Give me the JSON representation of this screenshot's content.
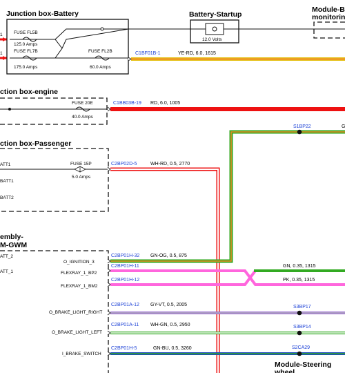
{
  "titles": {
    "jb_battery": "Junction box-Battery",
    "battery_startup": "Battery-Startup",
    "module_b_line1": "Module-Ba",
    "module_b_line2": "monitoring",
    "jb_engine": "ction box-engine",
    "jb_passenger": "ction box-Passenger",
    "assembly_line1": "embly-",
    "assembly_line2": "M-GWM",
    "module_steering_line1": "Module-Steering",
    "module_steering_line2": "wheel"
  },
  "fuses": {
    "fl5b_name": "FUSE FL5B",
    "fl5b_rating": "125.0 Amps",
    "fl7b_name": "FUSE FL7B",
    "fl7b_rating": "175.0 Amps",
    "fl2b_name": "FUSE FL2B",
    "fl2b_rating": "60.0 Amps",
    "f20e_name": "FUSE 20E",
    "f20e_rating": "40.0 Amps",
    "f15p_name": "FUSE 15P",
    "f15p_rating": "5.0 Amps"
  },
  "battery": {
    "voltage": "12.0 Volts"
  },
  "edge_pins": {
    "pin1": "1",
    "pin2": "1"
  },
  "connectors": {
    "c1bf01b1": "C1BF01B-1",
    "c1bb03b19": "C1BB03B-19",
    "c2bp02d5": "C2BP02D-5",
    "c2bp01h32": "C2BP01H-32",
    "c2bp01h11": "C2BP01H-11",
    "c2bp01h12": "C2BP01H-12",
    "c2bp01a12": "C2BP01A-12",
    "c2bp01a11": "C2BP01A-11",
    "c2bp01h5": "C2BP01H-5"
  },
  "wires": {
    "w1615": "YE-RD,  6.0,  1615",
    "w1005": "RD,  6.0,  1005",
    "w2770": "WH-RD,  0.5,  2770",
    "w875": "GN-OG,  0.5,  875",
    "w1315a": "GN,  0.35,  1315",
    "w1315b": "PK,  0.35,  1315",
    "w2005": "GY-VT,  0.5,  2005",
    "w2950": "WH-GN,  0.5,  2950",
    "w3260": "GN-BU,  0.5,  3260"
  },
  "splices": {
    "s1bp22": "S1BP22",
    "s1bp22_cut": "G",
    "s3bp17": "S3BP17",
    "s3bp14": "S3BP14",
    "s2ca29": "S2CA29"
  },
  "pins": {
    "batt1": "ATT1",
    "batt1b": "BATT1",
    "batt2": "BATT2",
    "att2": "ATT_2",
    "att1": "ATT_1",
    "ignition": "O_IGNITION_3",
    "flexray_bp2": "FLEXRAY_1_BP2",
    "flexray_bm2": "FLEXRAY_1_BM2",
    "brake_right": "O_BRAKE_LIGHT_RIGHT",
    "brake_left": "O_BRAKE_LIGHT_LEFT",
    "brake_switch": "I_BRAKE_SWITCH"
  },
  "colors": {
    "red": "#ee1111",
    "orange": "#f08a24",
    "yellow": "#e6c21a",
    "green": "#33aa22",
    "pink": "#ff66dd",
    "purple": "#9a6fd0",
    "blue": "#1a47c0",
    "link": "#1a3fd6"
  }
}
